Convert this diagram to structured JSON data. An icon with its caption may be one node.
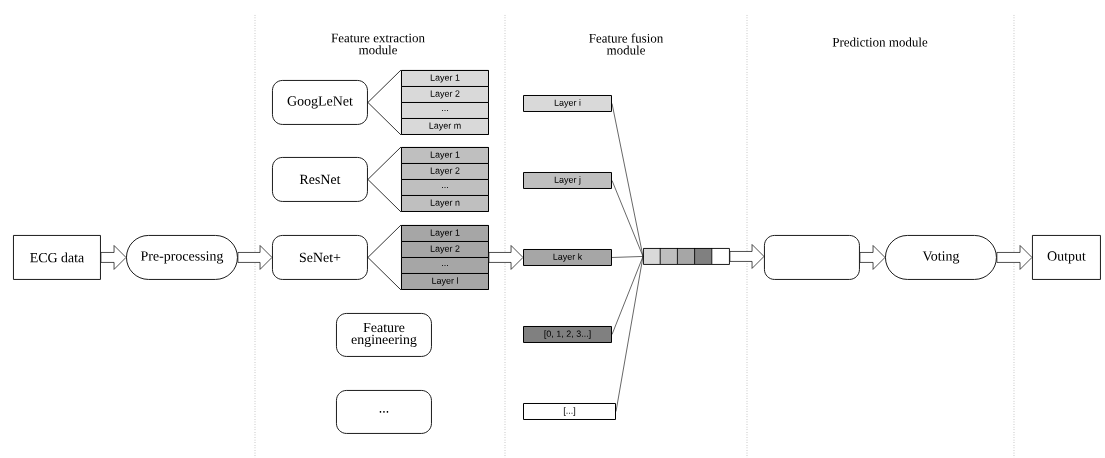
{
  "diagram": {
    "nodes": [
      {
        "text": [
          "ECG data"
        ]
      },
      {
        "text": [
          "Pre-processing"
        ]
      },
      {
        "text": [
          "GoogLeNet"
        ]
      },
      {
        "text": [],
        "shape": "box"
      },
      {
        "text": [
          "Layer 1"
        ],
        "in": 3
      },
      {
        "text": [
          "Layer 2"
        ],
        "in": 3
      },
      {
        "text": [
          "..."
        ],
        "in": 3
      },
      {
        "text": [
          "Layer m"
        ],
        "in": 3
      },
      {
        "text": [
          "ResNet"
        ]
      },
      {
        "text": [],
        "shape": "box"
      },
      {
        "text": [
          "Layer 1"
        ],
        "in": 9
      },
      {
        "text": [
          "Layer 2"
        ],
        "in": 9
      },
      {
        "text": [
          "..."
        ],
        "in": 9
      },
      {
        "text": [
          "Layer n"
        ],
        "in": 9
      },
      {
        "text": [
          "SeNet+"
        ]
      },
      {
        "text": [],
        "shape": "box"
      },
      {
        "text": [
          "Layer 1"
        ],
        "in": 15
      },
      {
        "text": [
          "Layer 2"
        ],
        "in": 15
      },
      {
        "text": [
          "..."
        ],
        "in": 15
      },
      {
        "text": [
          "Layer l"
        ],
        "in": 15
      },
      {
        "text": [
          "Feature engineering"
        ]
      },
      {
        "text": [
          "..."
        ]
      },
      {
        "text": [
          "Layer i"
        ]
      },
      {
        "text": [
          "Layer j"
        ]
      },
      {
        "text": [
          "Layer k"
        ]
      },
      {
        "text": [
          "[0, 1, 2, 3...]"
        ]
      },
      {
        "text": [
          "[...]"
        ]
      },
      {
        "text": [],
        "shape": "bar"
      },
      {
        "text": [],
        "shape": "box"
      },
      {
        "text": [
          "Voting"
        ]
      },
      {
        "text": [
          "Output"
        ]
      }
    ],
    "edges": [
      {
        "from": 0,
        "to": 1,
        "arrow": "to"
      },
      {
        "from": 1,
        "to": 14,
        "arrow": "to"
      },
      {
        "from": 2,
        "to": 4,
        "arrow": "none"
      },
      {
        "from": 2,
        "to": 7,
        "arrow": "none"
      },
      {
        "from": 8,
        "to": 10,
        "arrow": "none"
      },
      {
        "from": 8,
        "to": 13,
        "arrow": "none"
      },
      {
        "from": 14,
        "to": 16,
        "arrow": "none"
      },
      {
        "from": 14,
        "to": 19,
        "arrow": "none"
      },
      {
        "from": 15,
        "to": 24,
        "arrow": "to"
      },
      {
        "from": 22,
        "to": 27,
        "arrow": "none"
      },
      {
        "from": 23,
        "to": 27,
        "arrow": "none"
      },
      {
        "from": 24,
        "to": 27,
        "arrow": "none"
      },
      {
        "from": 25,
        "to": 27,
        "arrow": "none"
      },
      {
        "from": 26,
        "to": 27,
        "arrow": "none"
      },
      {
        "from": 27,
        "to": 28,
        "arrow": "to"
      },
      {
        "from": 28,
        "to": 29,
        "arrow": "to"
      },
      {
        "from": 29,
        "to": 30,
        "arrow": "to"
      }
    ],
    "labels": [
      "Feature extraction module",
      "Feature fusion module",
      "Prediction module"
    ]
  }
}
